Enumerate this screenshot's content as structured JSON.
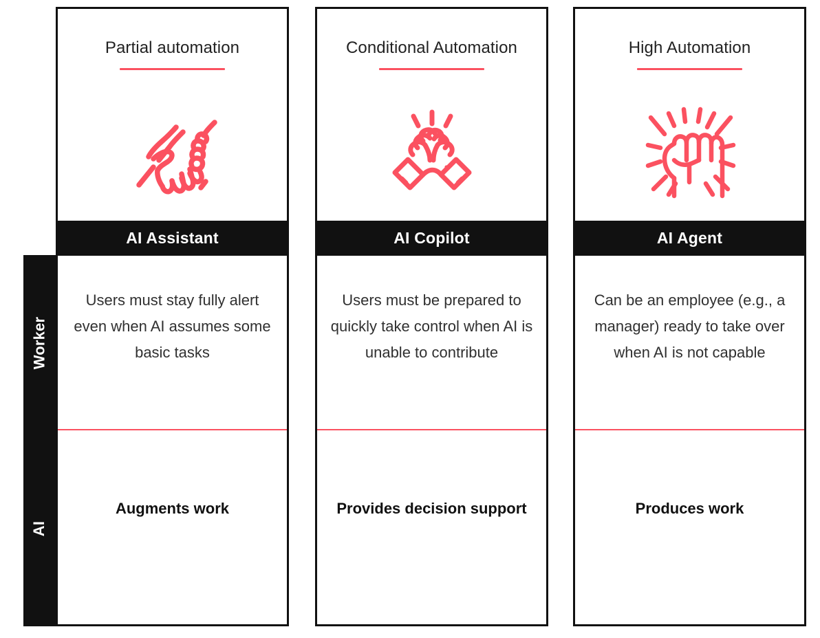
{
  "theme": {
    "accent_red": "#fb5160",
    "band_black": "#111111",
    "background": "#ffffff",
    "body_text": "#303030"
  },
  "row_labels": [
    {
      "id": "worker",
      "label": "Worker"
    },
    {
      "id": "ai",
      "label": "AI"
    }
  ],
  "columns": [
    {
      "heading": "Partial automation",
      "icon": "helping-hands-icon",
      "band_title": "AI Assistant",
      "worker_text": "Users must stay fully alert even when AI assumes some basic tasks",
      "ai_text": "Augments work"
    },
    {
      "heading": "Conditional Automation",
      "icon": "handshake-grip-icon",
      "band_title": "AI Copilot",
      "worker_text": "Users must be prepared to quickly take control when AI is unable to contribute",
      "ai_text": "Provides decision support"
    },
    {
      "heading": "High Automation",
      "icon": "raised-fist-icon",
      "band_title": "AI Agent",
      "worker_text": "Can be an employee (e.g., a manager) ready to take over when AI is not capable",
      "ai_text": "Produces work"
    }
  ]
}
